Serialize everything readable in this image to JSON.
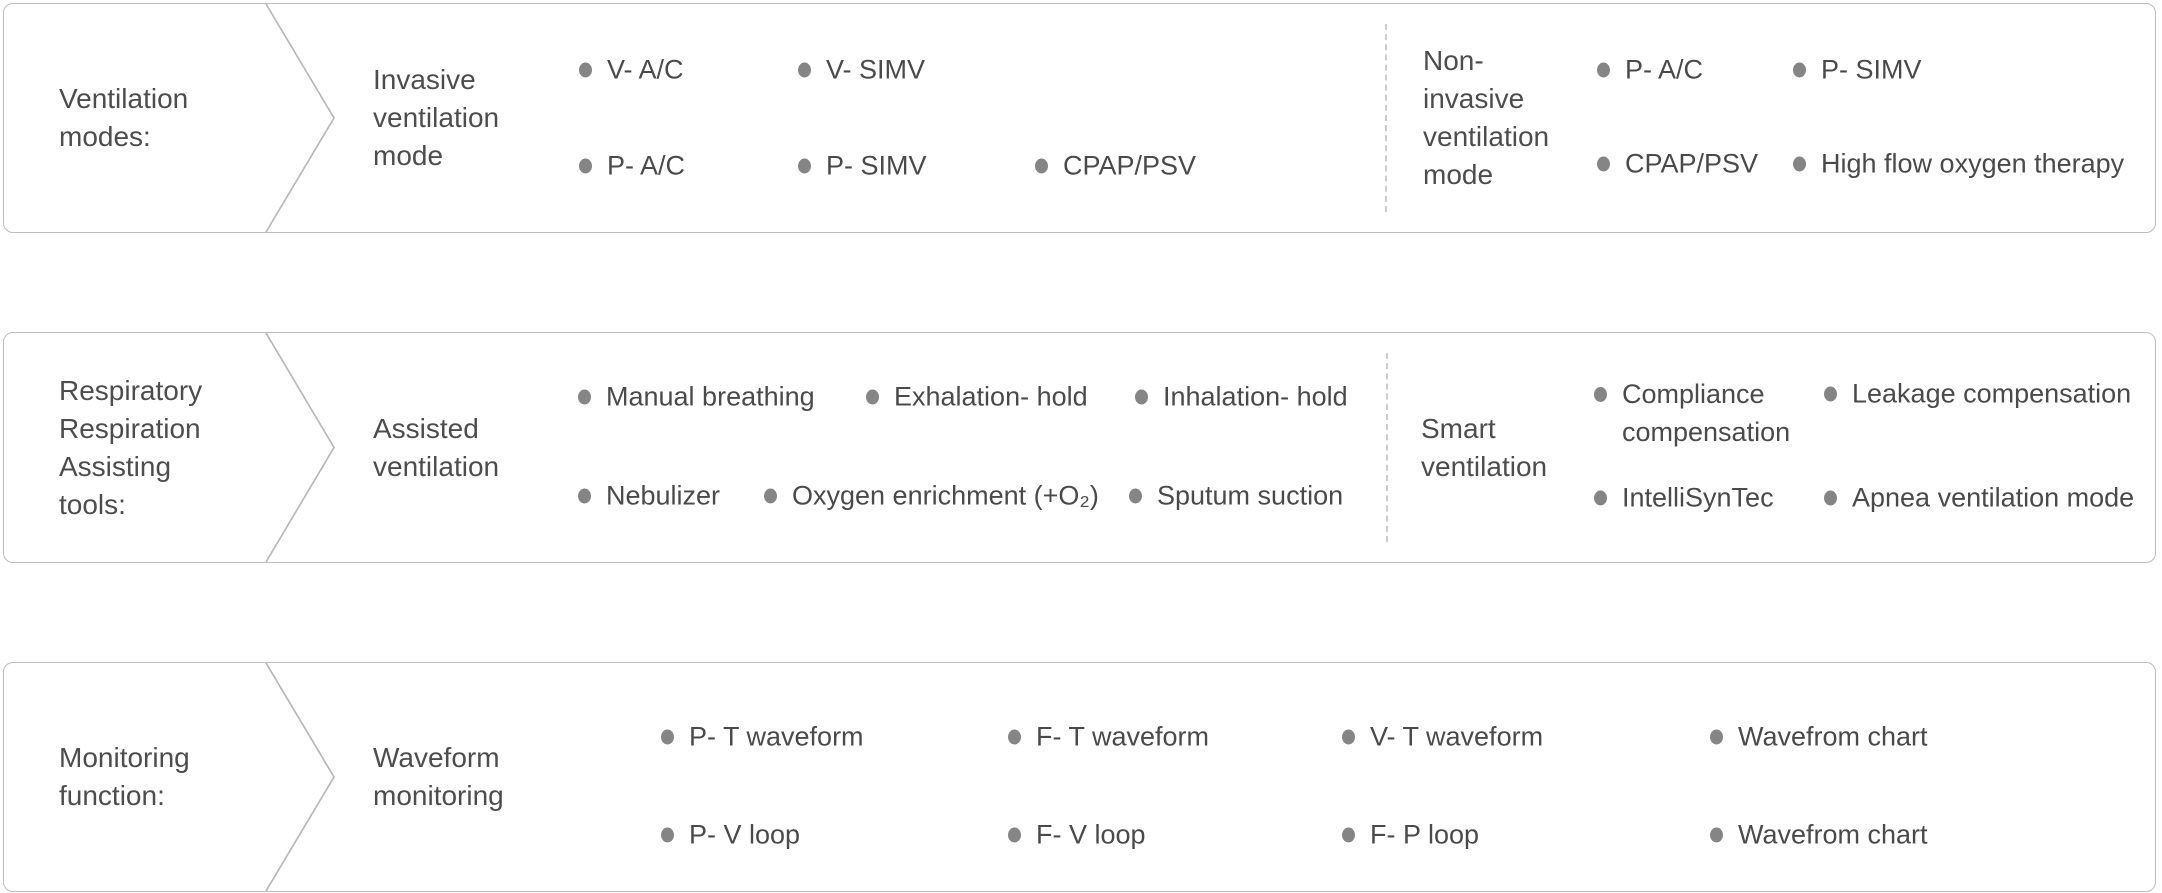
{
  "colors": {
    "background": "#ffffff",
    "box_border": "#bdbdbd",
    "chevron": "#b8b8b8",
    "bullet": "#858585",
    "text": "#4a4a4a",
    "divider": "#cccccc"
  },
  "icons": {
    "bullet": "filled-gray-dot",
    "section_arrow": "chevron-right-outline"
  },
  "sections": [
    {
      "id": "ventilation-modes",
      "arrow_label_lines": [
        "Ventilation",
        "modes:"
      ],
      "groups": [
        {
          "label_lines": [
            "Invasive",
            "ventilation",
            "mode"
          ],
          "items": [
            "V- A/C",
            "V- SIMV",
            "P- A/C",
            "P- SIMV",
            "CPAP/PSV"
          ]
        },
        {
          "label_lines": [
            "Non-",
            "invasive",
            "ventilation",
            "mode"
          ],
          "items": [
            "P- A/C",
            "P- SIMV",
            "CPAP/PSV",
            "High flow oxygen therapy"
          ]
        }
      ]
    },
    {
      "id": "respiratory-assisting-tools",
      "arrow_label_lines": [
        "Respiratory",
        "Respiration",
        "Assisting",
        "tools:"
      ],
      "groups": [
        {
          "label_lines": [
            "Assisted",
            "ventilation"
          ],
          "items": [
            "Manual breathing",
            "Exhalation- hold",
            "Inhalation- hold",
            "Nebulizer",
            "Oxygen enrichment (+O₂)",
            "Sputum suction"
          ]
        },
        {
          "label_lines": [
            "Smart",
            "ventilation"
          ],
          "items": [
            "Compliance compensation",
            "Leakage compensation",
            "IntelliSynTec",
            "Apnea ventilation mode"
          ]
        }
      ]
    },
    {
      "id": "monitoring-function",
      "arrow_label_lines": [
        "Monitoring",
        "function:"
      ],
      "groups": [
        {
          "label_lines": [
            "Waveform",
            "monitoring"
          ],
          "items": [
            "P- T waveform",
            "F- T waveform",
            "V- T waveform",
            "Wavefrom chart",
            "P- V loop",
            "F- V loop",
            "F- P loop",
            "Wavefrom chart"
          ]
        }
      ]
    }
  ]
}
